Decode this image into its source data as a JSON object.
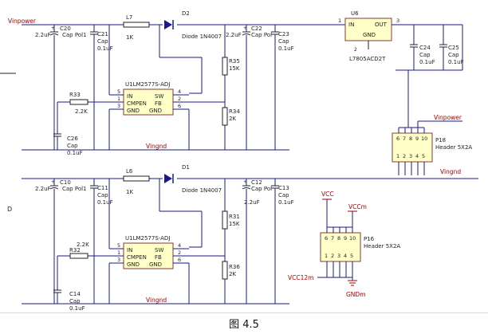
{
  "figure_caption": "图 4.5",
  "border_zone": "D",
  "nets": {
    "vinpower": "Vinpower",
    "vingnd": "Vingnd",
    "vcc": "VCC",
    "vccm": "VCCm",
    "vcc12m": "VCC12m",
    "gndm": "GNDm"
  },
  "block1": {
    "c20": {
      "ref": "C20",
      "value": "2.2uF",
      "name": "Cap Pol1"
    },
    "c21": {
      "ref": "C21",
      "name": "Cap",
      "value": "0.1uF"
    },
    "l7": {
      "ref": "L7",
      "value": "1K"
    },
    "d2": {
      "ref": "D2",
      "value": "Diode 1N4007"
    },
    "c22": {
      "ref": "C22",
      "value": "2.2uF",
      "name": "Cap Pol"
    },
    "c23": {
      "ref": "C23",
      "name": "Cap",
      "value": "0.1uF"
    },
    "u": {
      "ref": "U1LM2577S-ADJ",
      "in": "IN",
      "sw": "SW",
      "cmpen": "CMPEN",
      "fb": "FB",
      "gnd1": "GND",
      "gnd2": "GND",
      "p5": "5",
      "p1": "1",
      "p3": "3",
      "p4": "4",
      "p2": "2",
      "p6": "6"
    },
    "r33": {
      "ref": "R33",
      "value": "2.2K"
    },
    "r35": {
      "ref": "R35",
      "value": "15K"
    },
    "r34": {
      "ref": "R34",
      "value": "2K"
    },
    "c26": {
      "ref": "C26",
      "name": "Cap",
      "value": "0.1uF"
    }
  },
  "block2": {
    "c10": {
      "ref": "C10",
      "value": "2.2uF",
      "name": "Cap Pol1"
    },
    "c11": {
      "ref": "C11",
      "name": "Cap",
      "value": "0.1uF"
    },
    "l6": {
      "ref": "L6",
      "value": "1K"
    },
    "d1": {
      "ref": "D1",
      "value": "Diode 1N4007"
    },
    "c12": {
      "ref": "C12",
      "value": "2.2uF",
      "name": "Cap Pol"
    },
    "c13": {
      "ref": "C13",
      "name": "Cap",
      "value": "0.1uF"
    },
    "u": {
      "ref": "U1LM2577S-ADJ",
      "in": "IN",
      "sw": "SW",
      "cmpen": "CMPEN",
      "fb": "FB",
      "gnd1": "GND",
      "gnd2": "GND",
      "p5": "5",
      "p1": "1",
      "p3": "3",
      "p4": "4",
      "p2": "2",
      "p6": "6"
    },
    "r32": {
      "ref": "R32",
      "value": "2.2K"
    },
    "r31": {
      "ref": "R31",
      "value": "15K"
    },
    "r36": {
      "ref": "R36",
      "value": "2K"
    },
    "c14": {
      "ref": "C14",
      "name": "Cap",
      "value": "0.1uF"
    }
  },
  "regulator": {
    "u6": {
      "ref": "U6",
      "in": "IN",
      "out": "OUT",
      "gnd": "GND",
      "part": "L7805ACD2T",
      "p1": "1",
      "p3": "3",
      "p2": "2"
    },
    "c24": {
      "ref": "C24",
      "name": "Cap",
      "value": "0.1uF"
    },
    "c25": {
      "ref": "C25",
      "name": "Cap",
      "value": "0.1uF"
    }
  },
  "headers": {
    "p18": {
      "ref": "P18",
      "part": "Header 5X2A",
      "pins_top": [
        "6",
        "7",
        "8",
        "9",
        "10"
      ],
      "pins_bottom": [
        "1",
        "2",
        "3",
        "4",
        "5"
      ]
    },
    "p16": {
      "ref": "P16",
      "part": "Header 5X2A",
      "pins_top": [
        "6",
        "7",
        "8",
        "9",
        "10"
      ],
      "pins_bottom": [
        "1",
        "2",
        "3",
        "4",
        "5"
      ]
    }
  }
}
